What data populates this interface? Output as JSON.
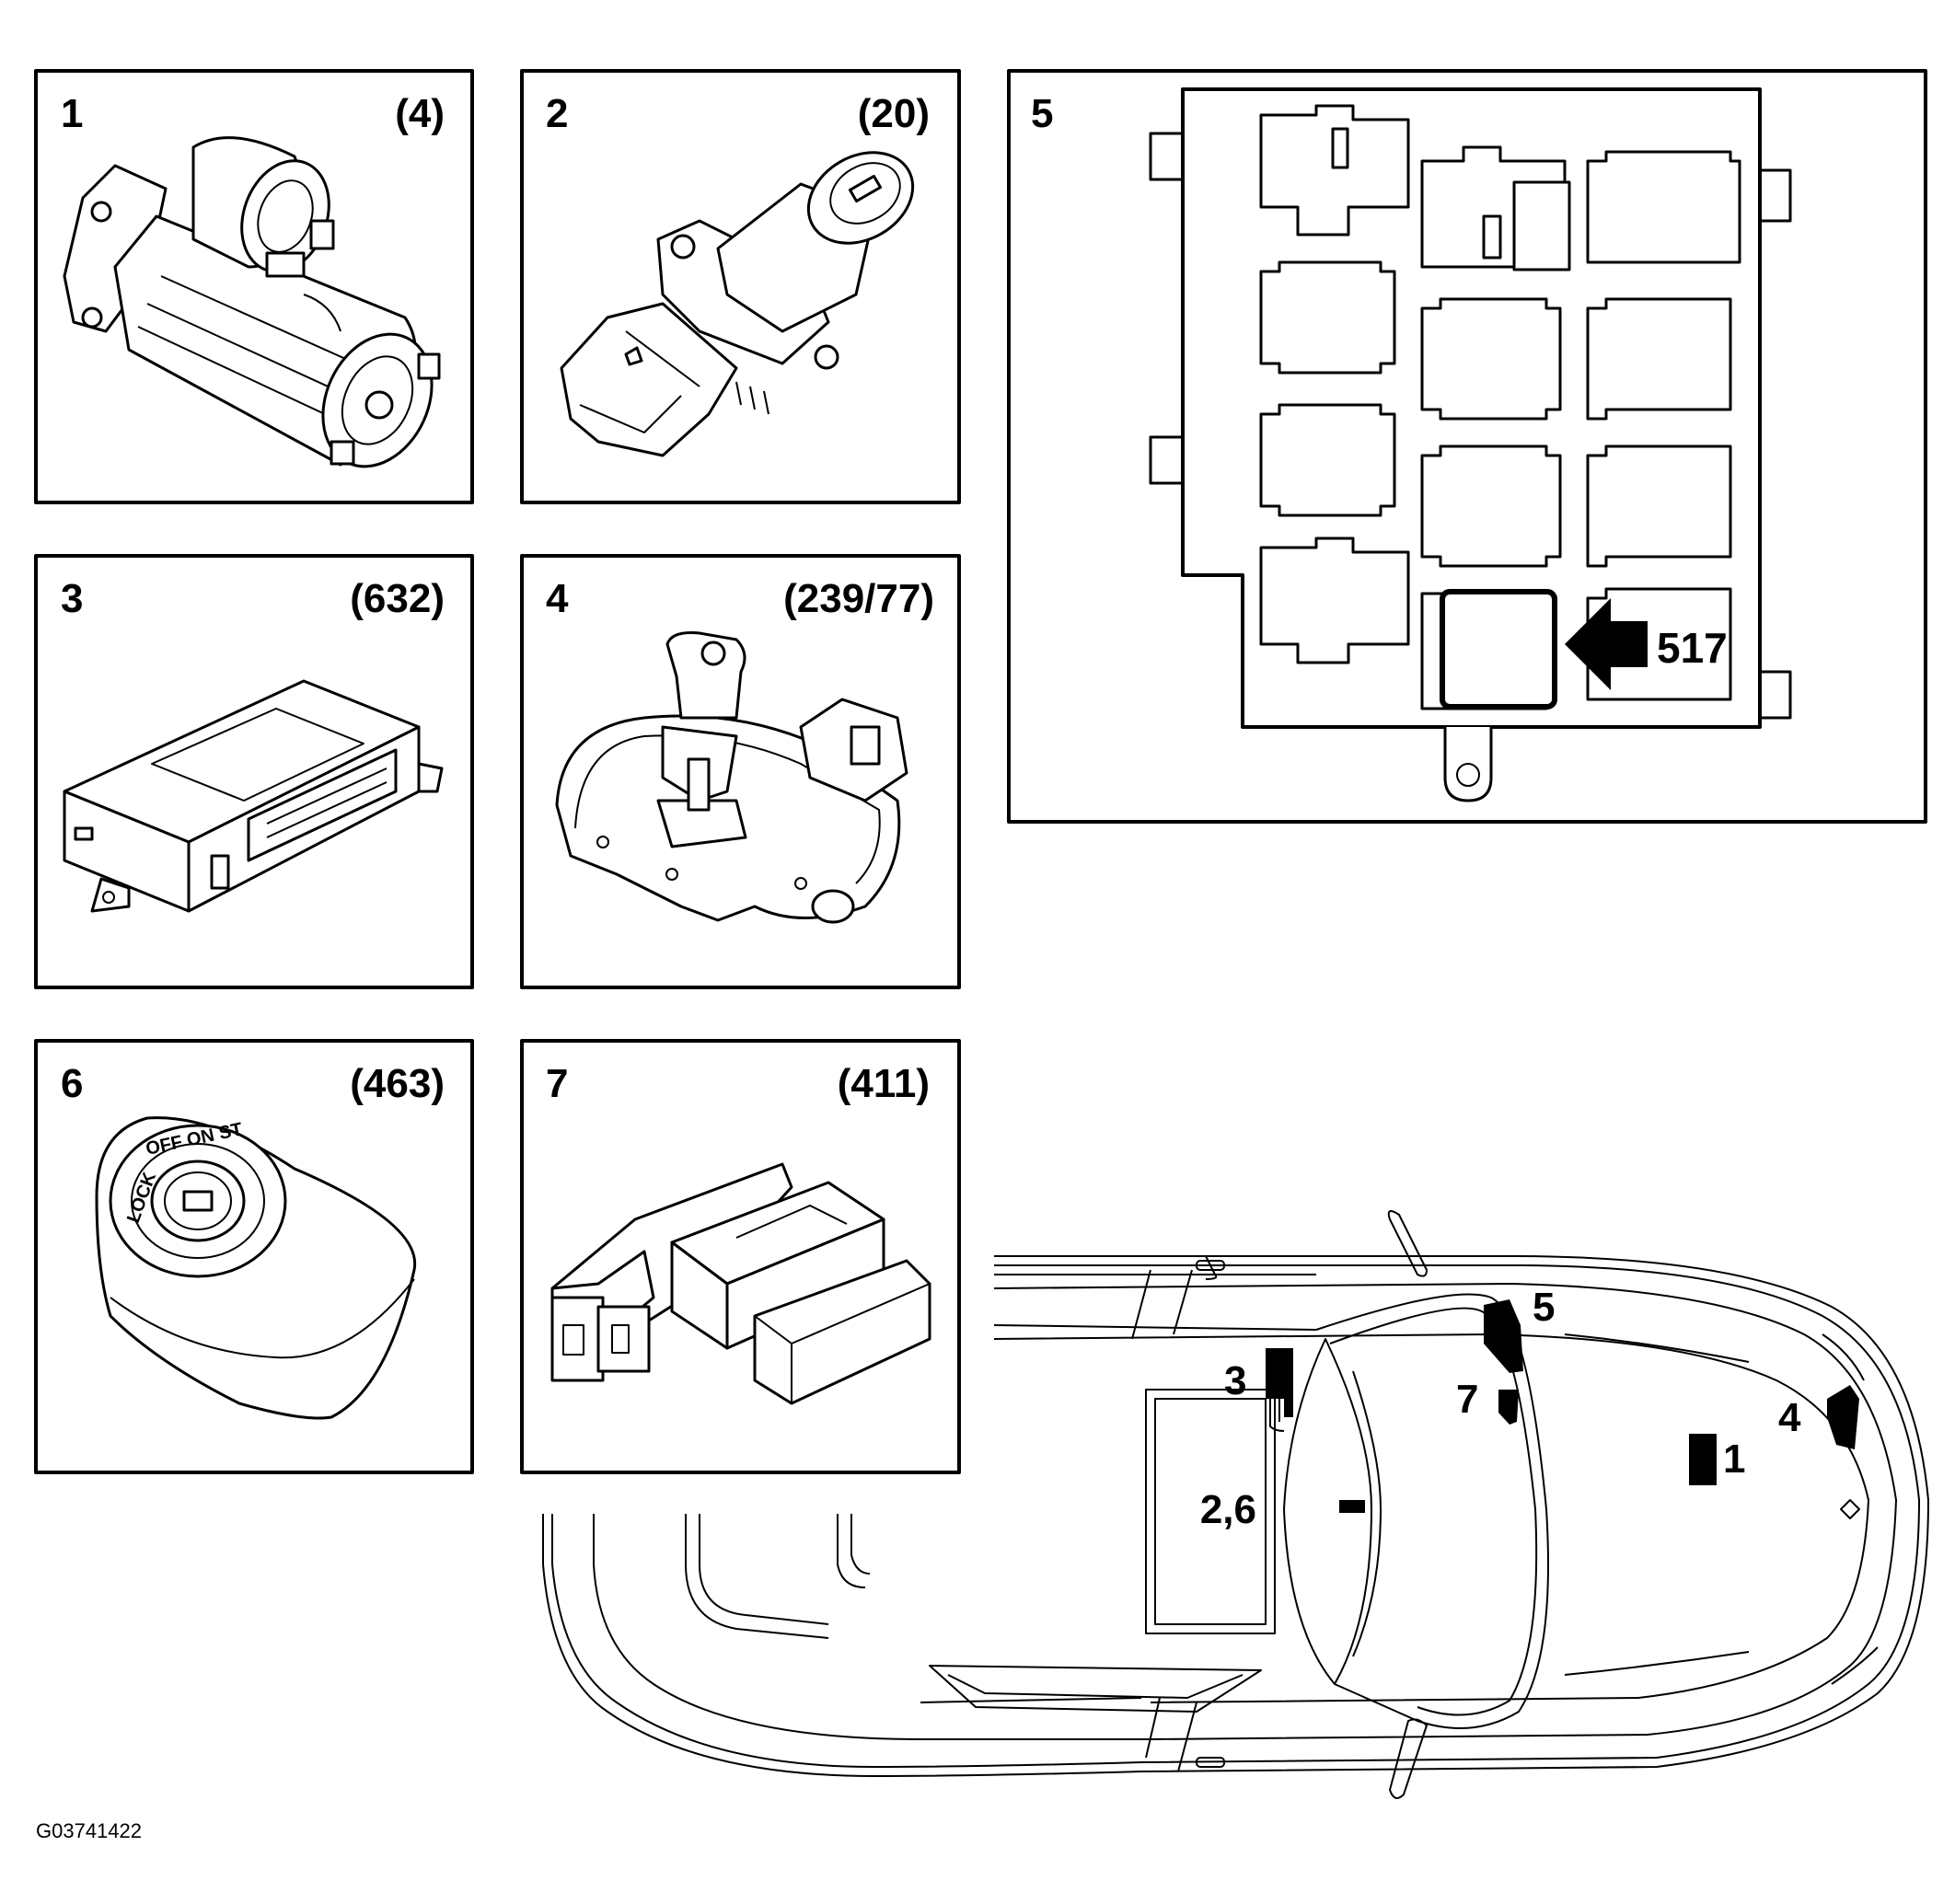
{
  "figure_id": "G03741422",
  "panels": [
    {
      "number": "1",
      "ref": "(4)"
    },
    {
      "number": "2",
      "ref": "(20)"
    },
    {
      "number": "3",
      "ref": "(632)"
    },
    {
      "number": "4",
      "ref": "(239/77)"
    },
    {
      "number": "5",
      "ref": ""
    },
    {
      "number": "6",
      "ref": "(463)"
    },
    {
      "number": "7",
      "ref": "(411)"
    }
  ],
  "fuse_box": {
    "relay_pointer_label": "517"
  },
  "ignition_ring_text": {
    "lock": "LOCK",
    "positions": "OFF ON ST"
  },
  "vehicle_callouts": {
    "c1": "1",
    "c2_6": "2,6",
    "c3": "3",
    "c4": "4",
    "c5": "5",
    "c7": "7"
  }
}
